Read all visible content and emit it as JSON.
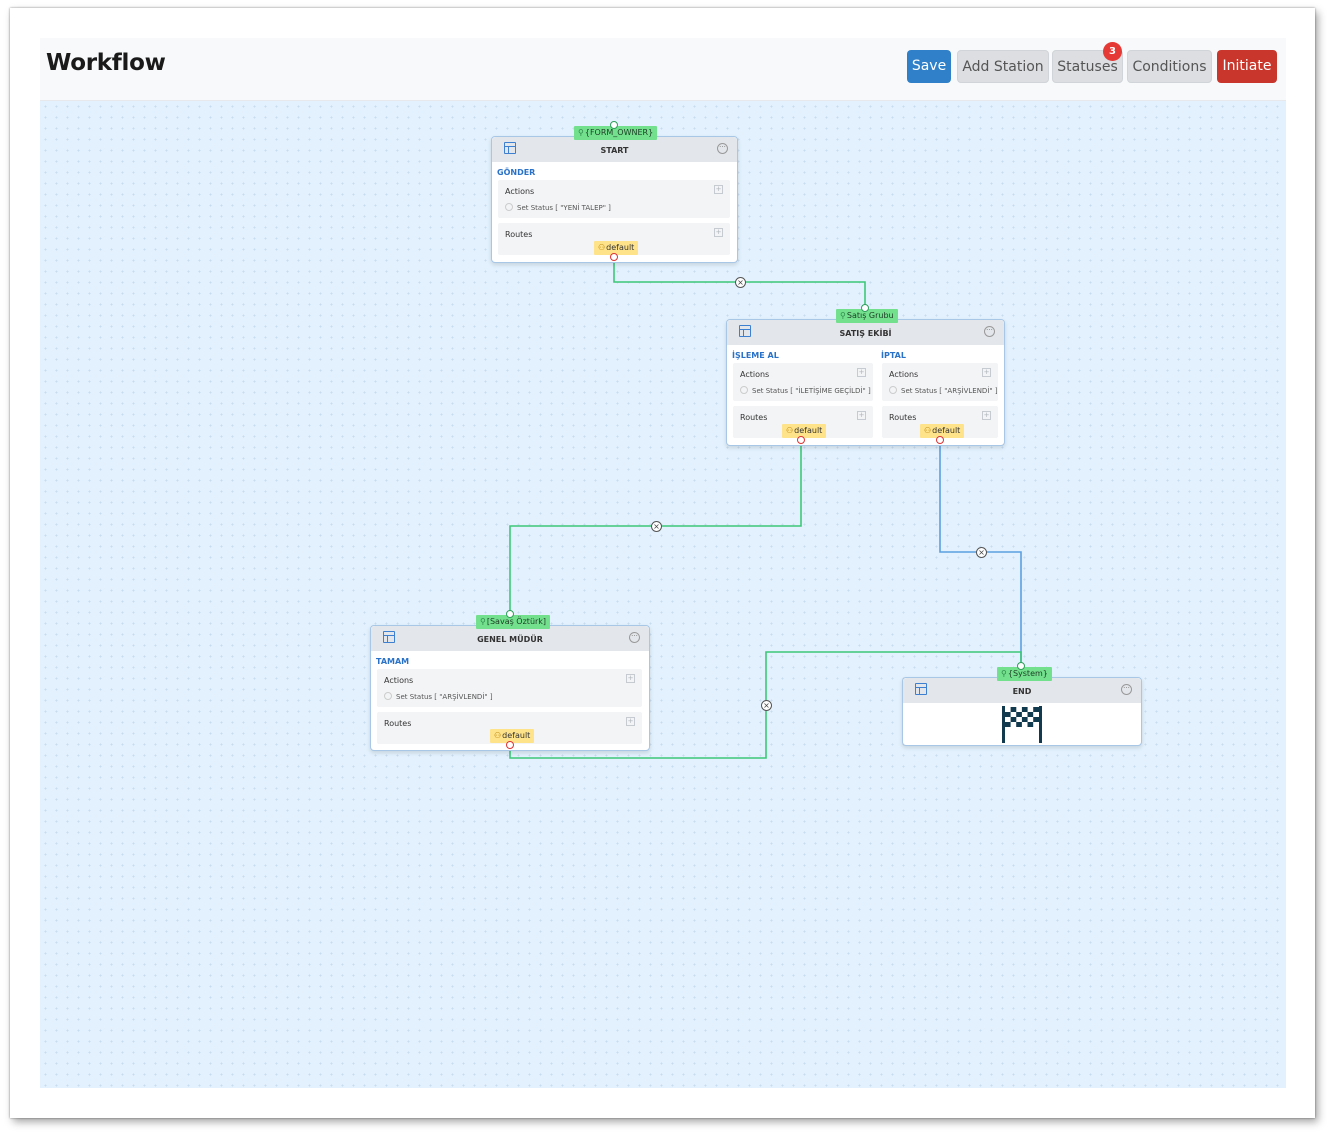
{
  "header": {
    "title": "Workflow",
    "buttons": {
      "save": "Save",
      "add_station": "Add Station",
      "statuses": "Statuses",
      "statuses_badge": "3",
      "conditions": "Conditions",
      "initiate": "Initiate"
    }
  },
  "labels": {
    "actions": "Actions",
    "routes": "Routes"
  },
  "stations": {
    "start": {
      "name": "START",
      "owner": "{FORM_OWNER}",
      "transitions": [
        {
          "name": "GÖNDER",
          "action": "Set Status [ \"YENİ TALEP\" ]",
          "route": "default"
        }
      ]
    },
    "satis_ekibi": {
      "name": "SATIŞ EKİBİ",
      "owner": "Satış Grubu",
      "transitions": [
        {
          "name": "İŞLEME AL",
          "action": "Set Status [ \"İLETİŞİME GEÇİLDİ\" ]",
          "route": "default"
        },
        {
          "name": "İPTAL",
          "action": "Set Status [ \"ARŞİVLENDİ\" ]",
          "route": "default"
        }
      ]
    },
    "genel_mudur": {
      "name": "GENEL MÜDÜR",
      "owner": "[Savaş Öztürk]",
      "transitions": [
        {
          "name": "TAMAM",
          "action": "Set Status [ \"ARŞİVLENDİ\" ]",
          "route": "default"
        }
      ]
    },
    "end": {
      "name": "END",
      "owner": "{System}",
      "icon": "checkered-flag-icon"
    }
  },
  "edges": [
    {
      "from": "start.GÖNDER",
      "to": "SATIŞ EKİBİ",
      "color": "#3cc878"
    },
    {
      "from": "satis_ekibi.İŞLEME AL",
      "to": "GENEL MÜDÜR",
      "color": "#3cc878"
    },
    {
      "from": "satis_ekibi.İPTAL",
      "to": "END",
      "color": "#5b9fe0"
    },
    {
      "from": "genel_mudur.TAMAM",
      "to": "END",
      "color": "#3cc878"
    }
  ],
  "colors": {
    "save": "#2f80c8",
    "initiate": "#c9372c",
    "canvas": "#e2f1fd",
    "owner_tag": "#73e08e",
    "route_tag": "#ffe38a",
    "transition_name": "#2a72c8",
    "badge": "#e53935"
  }
}
